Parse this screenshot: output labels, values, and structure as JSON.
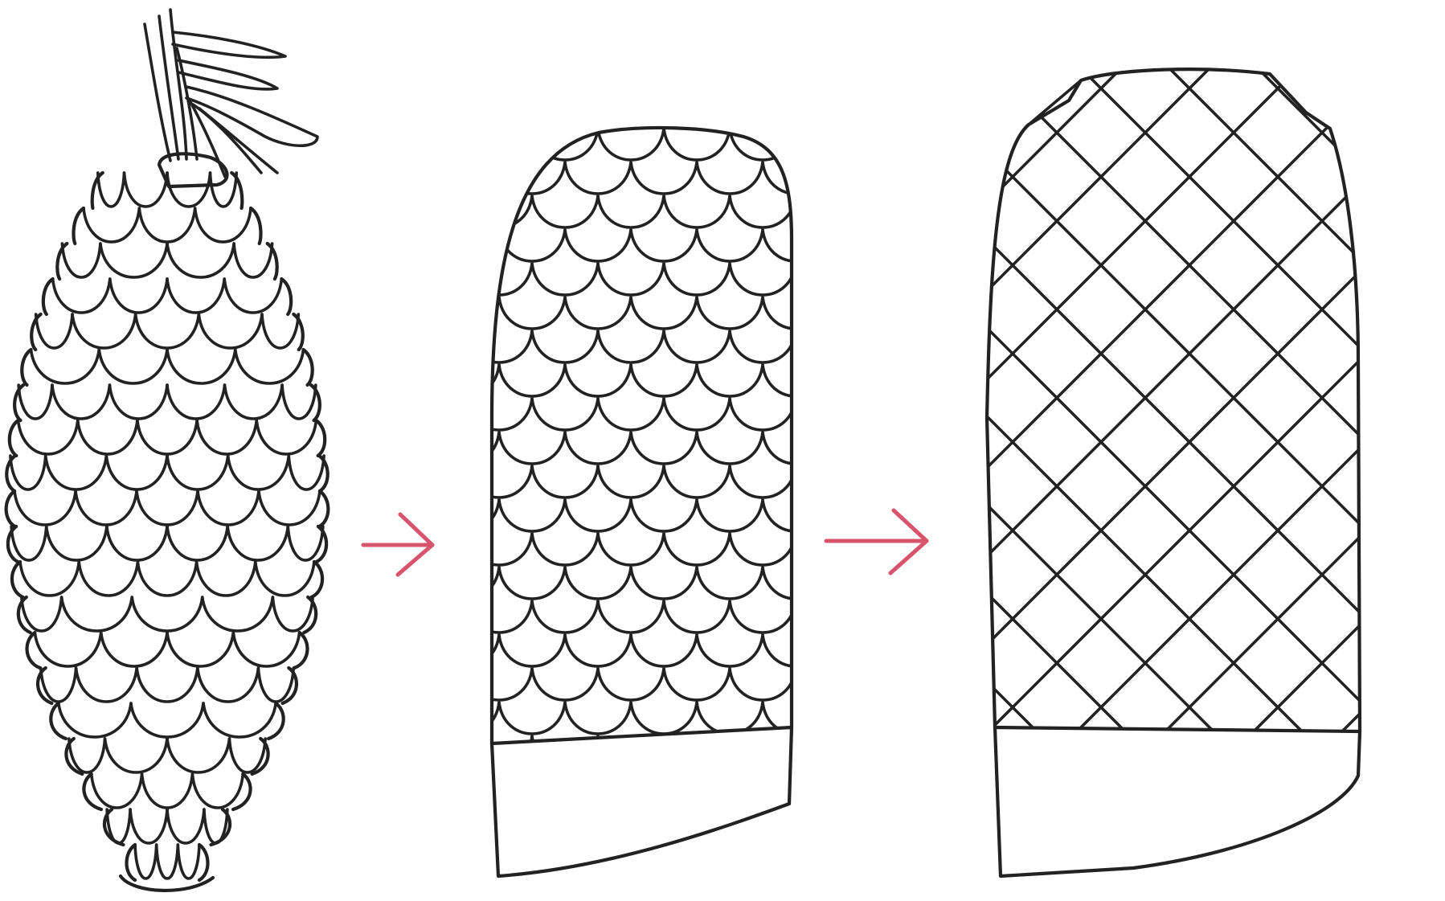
{
  "diagram": {
    "panels": [
      {
        "id": "pinecone",
        "icon": "pinecone-icon"
      },
      {
        "id": "mitten-scales",
        "icon": "scale-pattern-mitten-icon"
      },
      {
        "id": "mitten-lattice",
        "icon": "lattice-pattern-mitten-icon"
      }
    ],
    "arrows": [
      {
        "id": "arrow-1",
        "icon": "right-arrow-icon"
      },
      {
        "id": "arrow-2",
        "icon": "right-arrow-icon"
      }
    ]
  },
  "colors": {
    "background": "#ffffff",
    "ink": "#222222",
    "arrow": "#d8546c"
  }
}
